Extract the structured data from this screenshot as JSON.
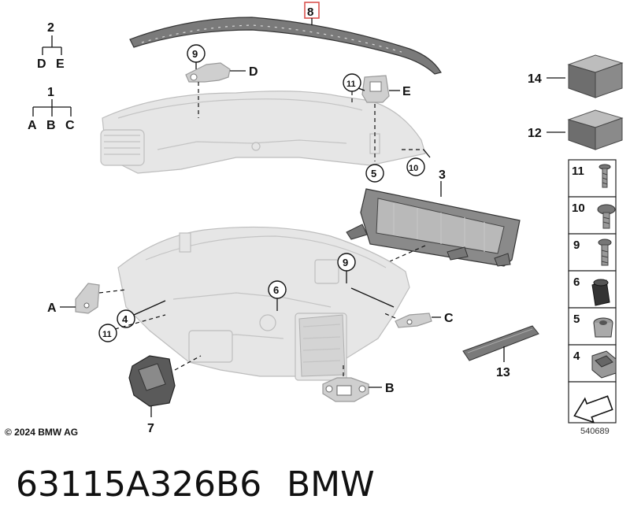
{
  "tree": {
    "root_2": "2",
    "children_2": [
      "D",
      "E"
    ],
    "root_1": "1",
    "children_1": [
      "A",
      "B",
      "C"
    ]
  },
  "callouts": {
    "n8": "8",
    "n9_top": "9",
    "D": "D",
    "n11_top": "11",
    "E": "E",
    "n5": "5",
    "n10": "10",
    "n3": "3",
    "n9_mid": "9",
    "n6": "6",
    "A": "A",
    "n4": "4",
    "n11_low": "11",
    "C": "C",
    "B": "B",
    "n7": "7",
    "n13": "13"
  },
  "side_panel": {
    "n14": "14",
    "n12": "12",
    "items": [
      "11",
      "10",
      "9",
      "6",
      "5",
      "4"
    ]
  },
  "footer": {
    "copyright": "© 2024 BMW AG",
    "diagram_id": "540689",
    "part_number": "63115A326B6",
    "brand": "BMW"
  },
  "colors": {
    "part_fill": "#e6e6e6",
    "part_stroke": "#bdbdbd",
    "dark_part": "#555555",
    "highlight": "#d9534f"
  }
}
